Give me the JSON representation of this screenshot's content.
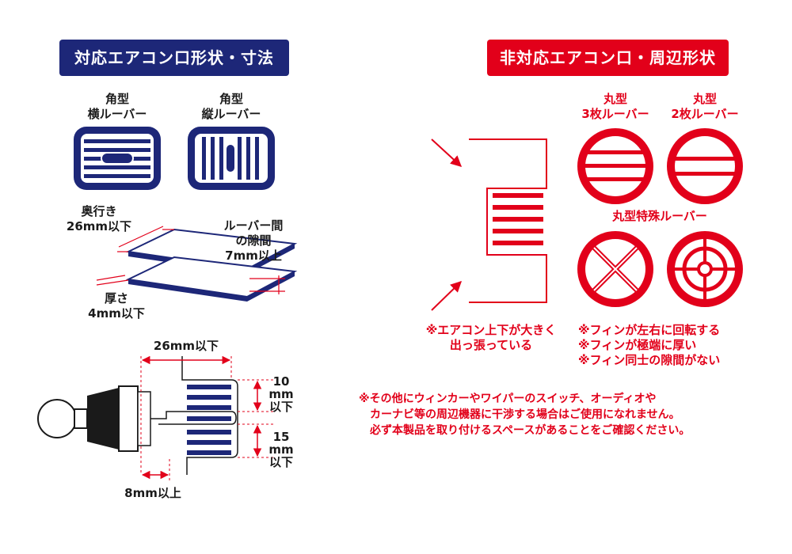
{
  "supported": {
    "title": "対応エアコン口形状・寸法",
    "rect_horizontal": {
      "line1": "角型",
      "line2": "横ルーバー"
    },
    "rect_vertical": {
      "line1": "角型",
      "line2": "縦ルーバー"
    },
    "depth": {
      "line1": "奥行き",
      "line2": "26mm以下"
    },
    "gap": {
      "line1": "ルーバー間",
      "line2": "の隙間",
      "line3": "7mm以上"
    },
    "thickness": {
      "line1": "厚さ",
      "line2": "4mm以下"
    },
    "clip_depth": "26mm以下",
    "top_limit": {
      "line1": "10",
      "line2": "mm",
      "line3": "以下"
    },
    "bottom_limit": {
      "line1": "15",
      "line2": "mm",
      "line3": "以下"
    },
    "side_limit": "8mm以上"
  },
  "unsupported": {
    "title": "非対応エアコン口・周辺形状",
    "round_3": {
      "line1": "丸型",
      "line2": "3枚ルーバー"
    },
    "round_2": {
      "line1": "丸型",
      "line2": "2枚ルーバー"
    },
    "round_special": "丸型特殊ルーバー",
    "note_protrude": {
      "line1": "※エアコン上下が大きく",
      "line2": "出っ張っている"
    },
    "note_fins": {
      "line1": "※フィンが左右に回転する",
      "line2": "※フィンが極端に厚い",
      "line3": "※フィン同士の隙間がない"
    }
  },
  "footer_note": {
    "line1": "※その他にウィンカーやワイパーのスイッチ、オーディオや",
    "line2": "カーナビ等の周辺機器に干渉する場合はご使用になれません。",
    "line3": "必ず本製品を取り付けるスペースがあることをご確認ください。"
  },
  "colors": {
    "navy": "#1d2778",
    "red": "#e2001a"
  }
}
